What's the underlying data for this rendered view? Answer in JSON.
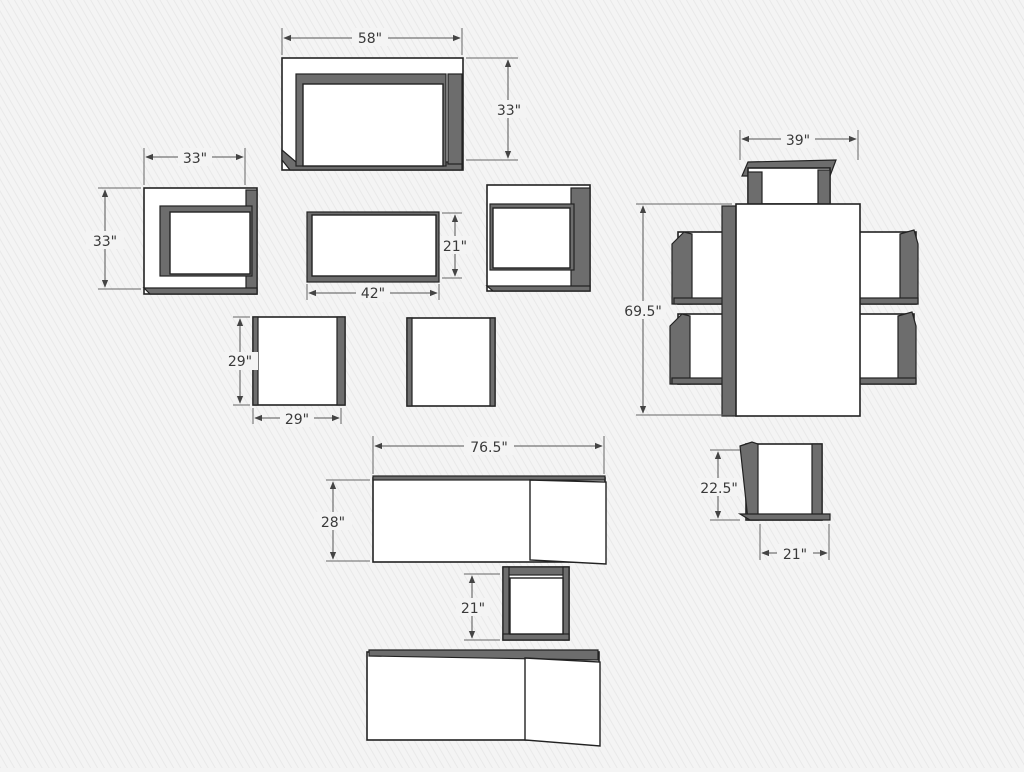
{
  "dimensions": {
    "sofa_width": "58\"",
    "sofa_depth": "33\"",
    "armchair_width": "33\"",
    "armchair_depth": "33\"",
    "coffee_table_depth": "21\"",
    "coffee_table_width": "42\"",
    "ottoman_depth": "29\"",
    "ottoman_width": "29\"",
    "dining_width": "39\"",
    "dining_length": "69.5\"",
    "chaise_width": "76.5\"",
    "chaise_depth": "28\"",
    "side_table_size": "21\"",
    "dining_chair_depth": "22.5\"",
    "dining_chair_width": "21\""
  },
  "colors": {
    "background": "#f4f4f4",
    "outline": "#222222",
    "shade": "#6d6d6d",
    "dimension_line": "#555555"
  }
}
